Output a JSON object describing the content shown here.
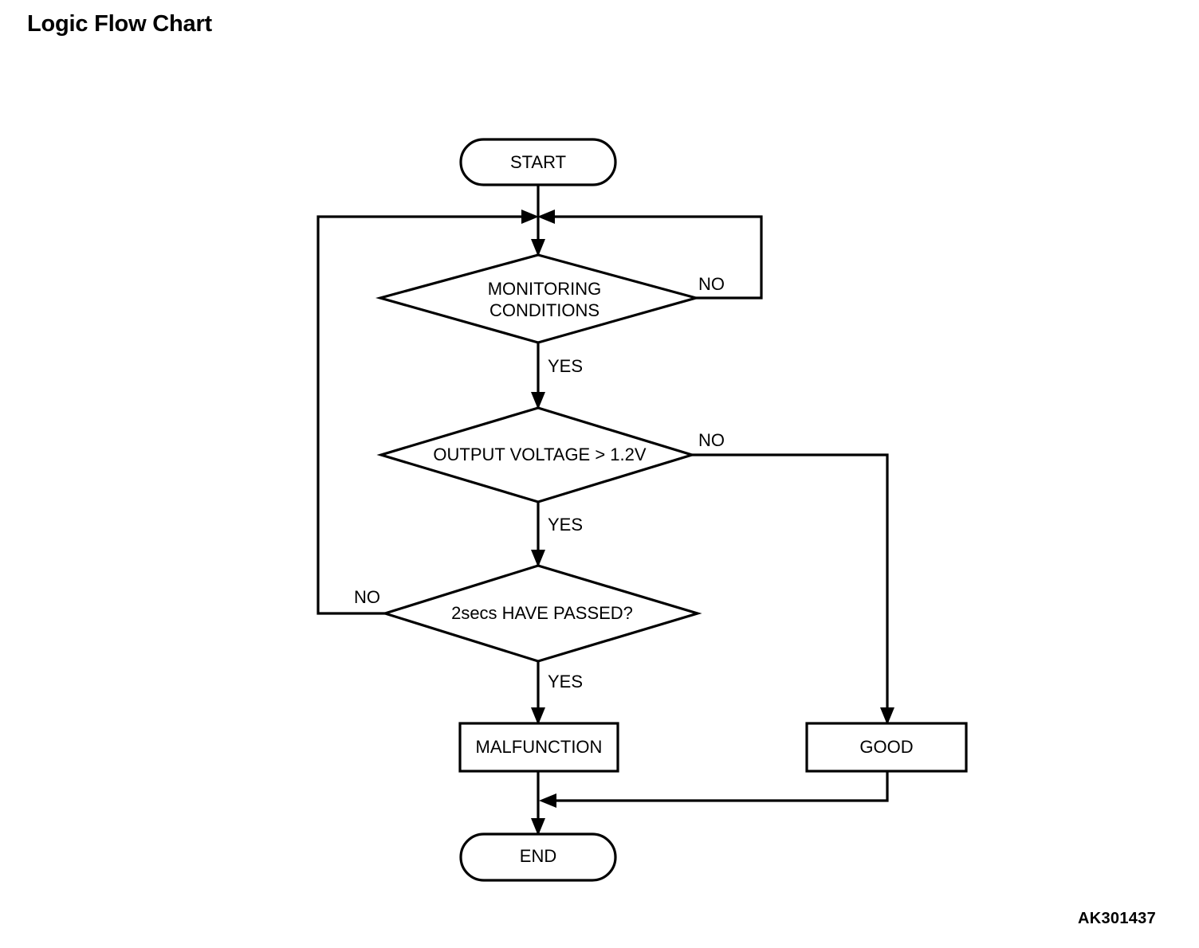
{
  "page": {
    "title": "Logic Flow Chart",
    "figure_code": "AK301437",
    "background_color": "#ffffff",
    "line_color": "#000000"
  },
  "chart_data": {
    "type": "diagram",
    "title": "Logic Flow Chart",
    "diagram_kind": "flowchart",
    "nodes": [
      {
        "id": "start",
        "shape": "terminator",
        "label": "START"
      },
      {
        "id": "monitoring",
        "shape": "decision",
        "label_line1": "MONITORING",
        "label_line2": "CONDITIONS"
      },
      {
        "id": "voltage",
        "shape": "decision",
        "label": "OUTPUT VOLTAGE > 1.2V"
      },
      {
        "id": "timer",
        "shape": "decision",
        "label": "2secs HAVE PASSED?"
      },
      {
        "id": "malfunction",
        "shape": "process",
        "label": "MALFUNCTION"
      },
      {
        "id": "good",
        "shape": "process",
        "label": "GOOD"
      },
      {
        "id": "end",
        "shape": "terminator",
        "label": "END"
      }
    ],
    "edges": [
      {
        "from": "start",
        "to": "monitoring",
        "label": ""
      },
      {
        "from": "monitoring",
        "to": "monitoring",
        "label": "NO",
        "route": "right-loop-back-to-top"
      },
      {
        "from": "monitoring",
        "to": "voltage",
        "label": "YES"
      },
      {
        "from": "voltage",
        "to": "good",
        "label": "NO",
        "route": "right-down"
      },
      {
        "from": "voltage",
        "to": "timer",
        "label": "YES"
      },
      {
        "from": "timer",
        "to": "monitoring",
        "label": "NO",
        "route": "left-loop-back-to-top"
      },
      {
        "from": "timer",
        "to": "malfunction",
        "label": "YES"
      },
      {
        "from": "malfunction",
        "to": "end",
        "label": ""
      },
      {
        "from": "good",
        "to": "end",
        "label": "",
        "route": "down-left"
      }
    ],
    "labels": {
      "yes": "YES",
      "no": "NO"
    }
  },
  "flow": {
    "start_label": "START",
    "monitoring_line1": "MONITORING",
    "monitoring_line2": "CONDITIONS",
    "monitoring_no": "NO",
    "monitoring_yes": "YES",
    "voltage_label": "OUTPUT VOLTAGE > 1.2V",
    "voltage_no": "NO",
    "voltage_yes": "YES",
    "timer_label": "2secs HAVE PASSED?",
    "timer_no": "NO",
    "timer_yes": "YES",
    "malfunction_label": "MALFUNCTION",
    "good_label": "GOOD",
    "end_label": "END"
  }
}
